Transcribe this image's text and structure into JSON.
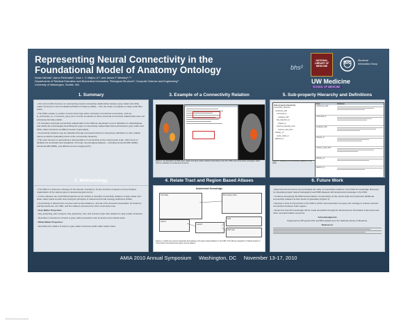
{
  "title": "Representing Neural Connectivity in the Foundational Model of Anatomy Ontology",
  "authors": "Nolan Nichols¹, Aaron Perlmutter², Jose L. V. Mejino Jr.², and James F. Brinkley¹,²,³",
  "affiliations": "Departments of ¹Medical Education and Biomedical Informatics, ²Biological Structure³, Computer Science and Engineering³",
  "university": "University of Washington, Seattle, WA",
  "logos": {
    "bhs": "bhs²",
    "nlm": "NATIONAL LIBRARY OF MEDICINE",
    "uw": "UW Medicine",
    "uw_sub": "SCHOOL OF MEDICINE",
    "sig": "BIC",
    "sig_sub": "Structural Informatics Group"
  },
  "sections": {
    "s1": "1. Summary",
    "s2": "2. Methodology",
    "s3": "3. Example of a Connectivity Relation",
    "s4": "4. Relate Tract and Region Based Atlases",
    "s5": "5. Sub-property Hierarchy and Definitions",
    "s6": "6. Future Work"
  },
  "summary_paras": [
    "• Our current effort focuses on representing neural connectivity relationships between gray matter and white matter structures in the Foundational Model of Anatomy (FMA) – from the scale of synapses to large-scale fiber tracts.",
    "• The FMA contains a number of terms that imply either structural or functional connectivity, such as: is_connected_to, or receives_input_from, but the semantics of these structural connectivity relationships were not previously formally explicit.",
    "• To formalize structural connectivity relationships in the FMA we developed a set of definitions to disambiguate and clarify the terminologies describing the types of connectivity relationships that exist between gray matter and white matter structures at different levels of granularity.",
    "• Connectivity relations may be classified through rule-based inference using these definitions to infer relation names at distinct granularity levels of the connectivity hierarchy.",
    "• This work focuses on generating a representation of connectivity at the macroscopic scale, which aims to facilitate the annotation and integration of human neuroimaging datasets – including structural MRI (sMRI), functional MRI (fMRI), and diffusion tensor imaging (DTI)."
  ],
  "method_paras": [
    "• The FMA is a reference ontology for the domain of anatomy. Its key structure is based on the principled organization of the various types of anatomical grain terms.",
    "• In this endeavor we used FMA properties as the vehicle to describe connectivity relations of gray matter and white matter tracts at each level using the principles of natural and formal ontology definitions (FMA).",
    "• Connectivity is defined from sources such as NeuroNames, Journal of the American Association for Anatomy and Neuroscience, the FMA, and the relations presented by other community tools.",
    "• Gray Matter Properties:",
    "   - has_projecting_tract: projects: has_projection_from and receives input tract relations to gray matter structures.",
    "   - Describes connections of tracts to gray matter properties such as lesions and cortical areas.",
    "• White Matter Properties:",
    "   - Describes the relation of tracts to gray matter structures within white matter tracts."
  ],
  "connectivity_caption": "Figure 1. An illustration of FMA white matter and gray matter relations that relate to the DTI, fMRI and connectivity ontologies. Each red box indicates an anatomical structure.",
  "atlas_caption": "Figure 2. Labels are used to associate tract atlases and region based atlases in the FMA. This allows integration of labels based on connectivity and anatomical region across atlases.",
  "atlas_graph_title": "Anatomical Knowledge",
  "atlas_nodes": [
    "Tract Atlas",
    "Brain Region Atlas",
    "Label A",
    "Label B",
    "FMA",
    "FMA Tract"
  ],
  "hierarchy_title": "Sub-property Hierarchy",
  "hierarchy_items": [
    "connectivity_hierarchy",
    "   continuous_with",
    "      connected_to",
    "         synapses_with",
    "      has_projection_to",
    "         projects_to",
    "      receives_projection_from",
    "         receives_input_from",
    "   tributary_of",
    "      sends_output_to",
    "   adjacent_to"
  ],
  "hierarchy_caption": "Figure 3. Hierarchy of connectivity relations in the FMA.",
  "definitions_header": [
    "Term",
    "Definition"
  ],
  "definitions_terms": [
    "continuous_with",
    "connected_to",
    "synapses_with",
    "projects_to",
    "receives_input_from",
    "tributary_of",
    "adjacent_to"
  ],
  "future_paras": [
    "• Extend previous work by demonstrating the utility of connectivity relations in the FMA for knowledge discovery, by integrating region based tractography and fMRI datasets with anatomical knowledge in the FMA.",
    "• Continue developing the FMA representation of connectivity at the neural scale and implement additional connectivity relations at finer levels of granularity (Figure 3).",
    "• Develop a view of connectivity in the FMA in which neuroscientists can query the ontology to retrieve relevant connections between brain regions.",
    "• Determine how this knowledge will be made accessible through the Neuroscience Information Framework and other neuroinformatics resources.",
    "Acknowledgments",
    "Supported by NIH grants P41 and R01 awards from the National Library of Medicine.",
    "References"
  ],
  "footer": "AMIA 2010 Annual Symposium     Washington, DC     November 13-17, 2010",
  "tiny_label": "2010 Annual Symposium"
}
